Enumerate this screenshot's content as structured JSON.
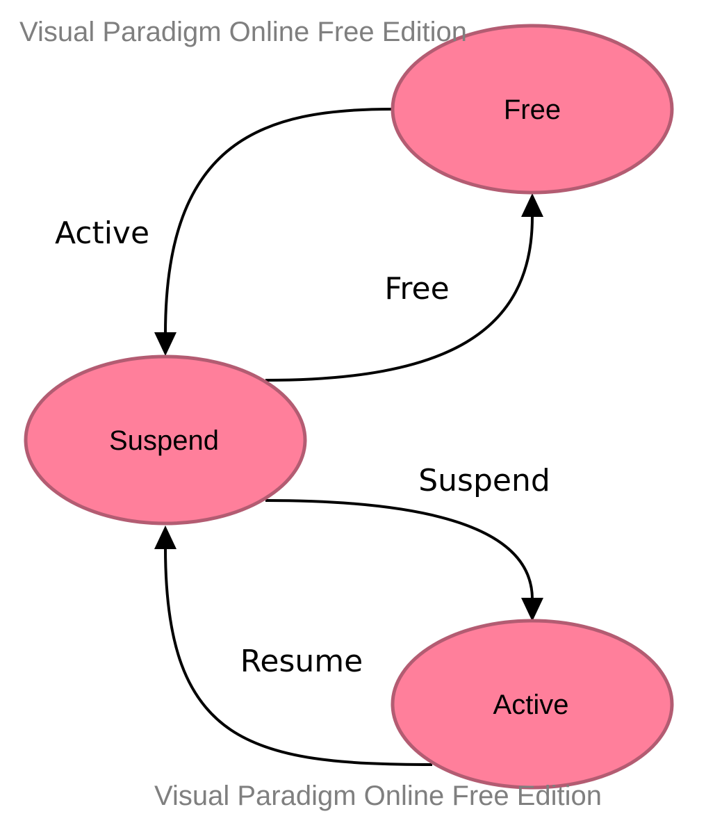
{
  "watermark": {
    "text": "Visual Paradigm Online Free Edition",
    "color": "#7f7f7f"
  },
  "colors": {
    "state_fill": "#ff7f9b",
    "state_stroke": "#b35c72",
    "edge": "#000000",
    "text": "#000000"
  },
  "states": {
    "free": "Free",
    "suspend": "Suspend",
    "active": "Active"
  },
  "transitions": {
    "free_to_suspend": "Active",
    "suspend_to_free": "Free",
    "suspend_to_active": "Suspend",
    "active_to_suspend": "Resume"
  }
}
